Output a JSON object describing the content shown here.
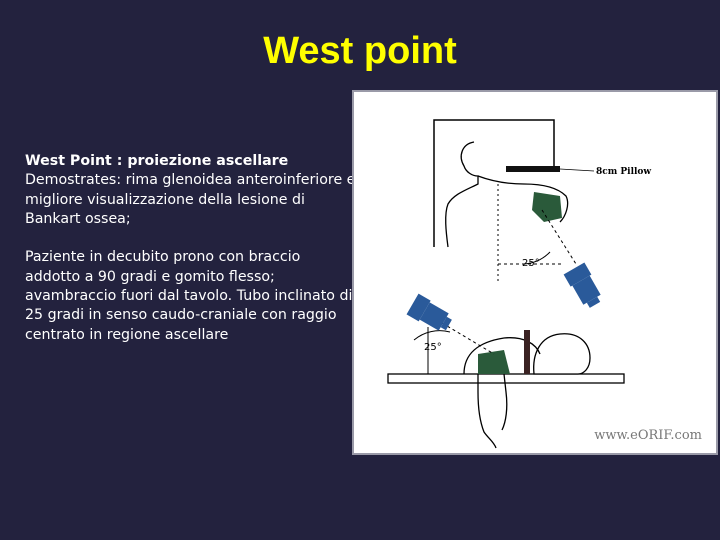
{
  "slide": {
    "title": "West point",
    "heading": "West Point : proiezione ascellare",
    "paragraph1": [
      "Demostrates: rima glenoidea anteroinferiore e",
      "migliore visualizzazione della lesione di",
      "Bankart ossea;"
    ],
    "paragraph2": [
      "Paziente in decubito prono con braccio",
      "addotto a 90 gradi e gomito flesso;",
      "avambraccio fuori dal tavolo. Tubo inclinato di",
      "25 gradi in senso caudo-craniale con raggio",
      "centrato in regione ascellare"
    ]
  },
  "figure": {
    "pillow_label": "8cm Pillow",
    "angle_top": "25°",
    "angle_bottom": "25°",
    "watermark": "www.eORIF.com",
    "tube_color": "#2a5a9a",
    "shoulder_color": "#2a5a3a"
  }
}
